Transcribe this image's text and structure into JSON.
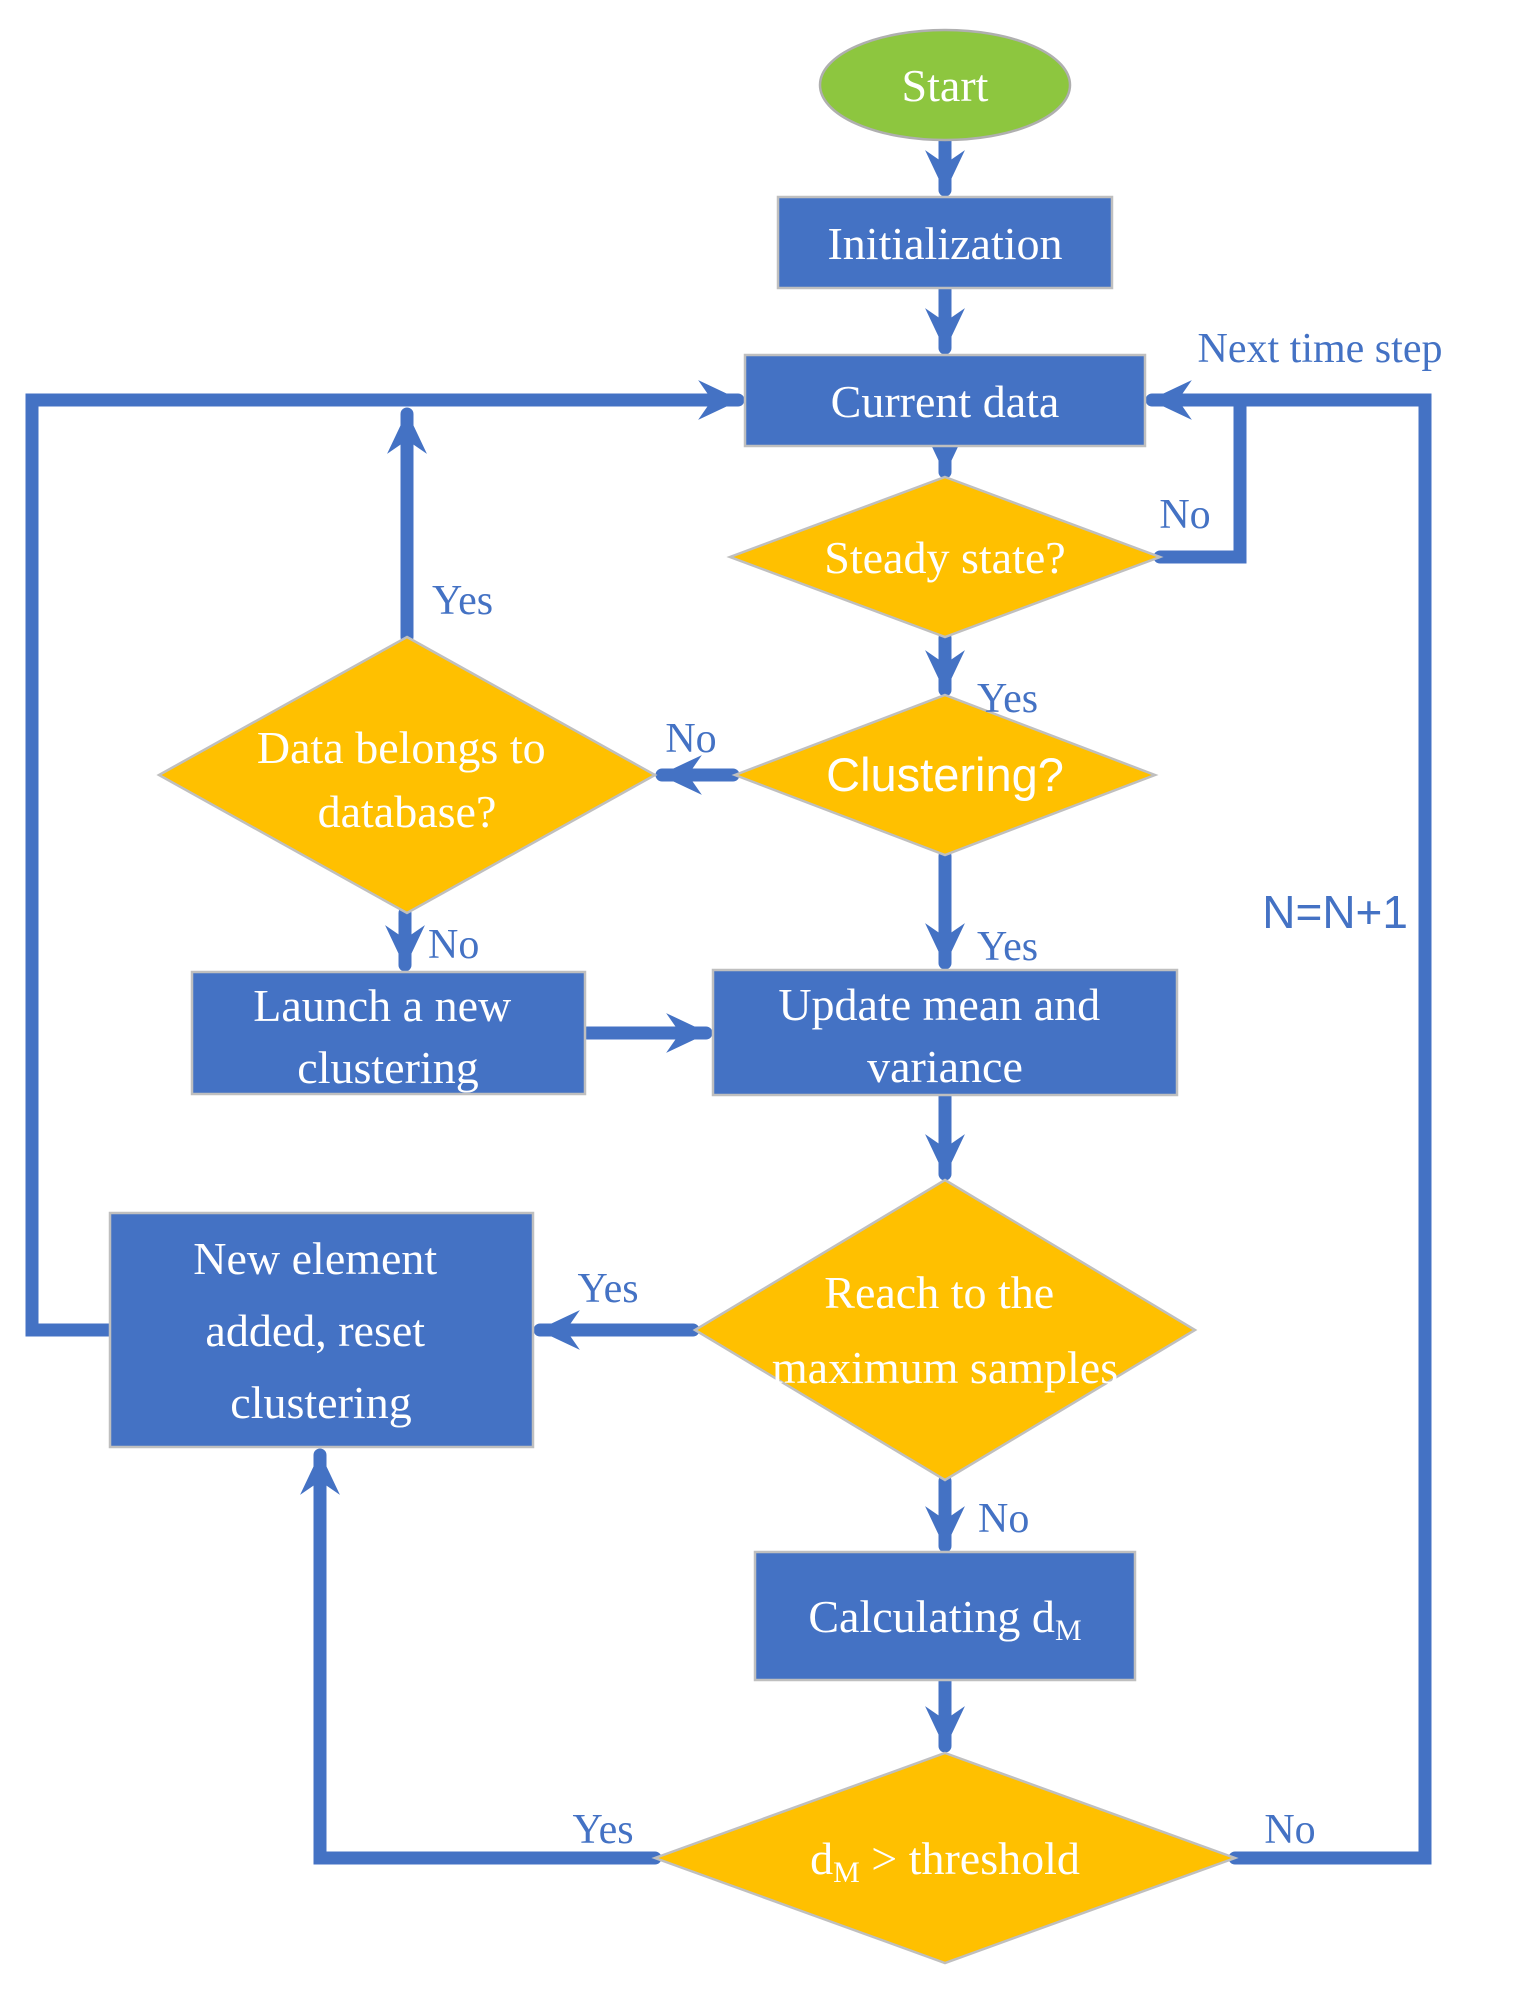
{
  "title": "Clustering flowchart",
  "colors": {
    "node_blue": "#4472C4",
    "node_gold": "#FFC000",
    "node_green": "#8DC63F",
    "connector_blue": "#4472C4",
    "label_blue": "#4472C4",
    "node_text_white": "#FFFFFF",
    "border_gray": "#BFBFBF"
  },
  "nodes": {
    "start": {
      "label": "Start"
    },
    "initialization": {
      "label": "Initialization"
    },
    "current_data": {
      "label": "Current data"
    },
    "steady_state": {
      "label": "Steady state?"
    },
    "clustering": {
      "label": "Clustering?"
    },
    "data_belongs": {
      "line1": "Data belongs to",
      "line2": "database?"
    },
    "launch_new": {
      "line1": "Launch a new",
      "line2": "clustering"
    },
    "update_mean": {
      "line1": "Update mean and",
      "line2": "variance"
    },
    "reach_max": {
      "line1": "Reach to the",
      "line2": "maximum samples"
    },
    "new_element": {
      "line1": "New element",
      "line2": "added, reset",
      "line3": "clustering"
    },
    "calculating": {
      "text": "Calculating d",
      "sub": "M"
    },
    "threshold": {
      "pre": "d",
      "sub": "M",
      "rest": " > threshold"
    }
  },
  "labels": {
    "next_time_step": "Next time step",
    "n_equals_n_plus_1": "N=N+1",
    "steady_yes": "Yes",
    "steady_no": "No",
    "clustering_yes": "Yes",
    "clustering_no": "No",
    "belongs_yes": "Yes",
    "belongs_no": "No",
    "reach_yes": "Yes",
    "reach_no": "No",
    "threshold_yes": "Yes",
    "threshold_no": "No"
  }
}
